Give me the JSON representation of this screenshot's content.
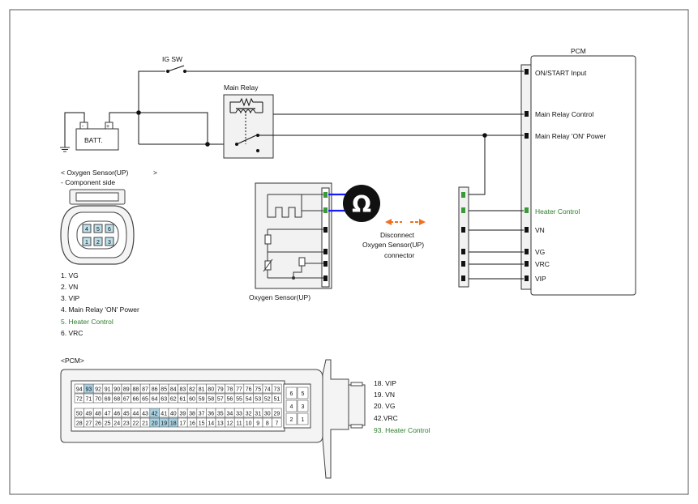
{
  "pcm": {
    "title": "PCM",
    "pins": [
      "ON/START Input",
      "Main Relay Control",
      "Main Relay 'ON' Power",
      "Heater Control",
      "VN",
      "VG",
      "VRC",
      "VIP"
    ]
  },
  "switch_label": "IG SW",
  "relay_label": "Main Relay",
  "battery_label": "BATT.",
  "battery_minus": "-",
  "battery_plus": "+",
  "sensor_info": {
    "title": "< Oxygen Sensor(UP)",
    "title_end": ">",
    "subtitle": "- Component side"
  },
  "sensor_pins": [
    "1. VG",
    "2. VN",
    "3. VIP",
    "4.   Main Relay 'ON' Power",
    "5.   Heater Control",
    "6. VRC"
  ],
  "sensor_connector_numbers": [
    "4",
    "5",
    "6",
    "1",
    "2",
    "3"
  ],
  "sensor_label": "Oxygen Sensor(UP)",
  "ohm_symbol": "Ω",
  "disconnect_text": [
    "Disconnect",
    "Oxygen Sensor(UP)",
    "connector"
  ],
  "pcm_connector_label": "<PCM>",
  "pcm_pin_rows": [
    [
      "94",
      "93",
      "92",
      "91",
      "90",
      "89",
      "88",
      "87",
      "86",
      "85",
      "84",
      "83",
      "82",
      "81",
      "80",
      "79",
      "78",
      "77",
      "76",
      "75",
      "74",
      "73"
    ],
    [
      "72",
      "71",
      "70",
      "69",
      "68",
      "67",
      "66",
      "65",
      "64",
      "63",
      "62",
      "61",
      "60",
      "59",
      "58",
      "57",
      "56",
      "55",
      "54",
      "53",
      "52",
      "51"
    ],
    [
      "50",
      "49",
      "48",
      "47",
      "46",
      "45",
      "44",
      "43",
      "42",
      "41",
      "40",
      "39",
      "38",
      "37",
      "36",
      "35",
      "34",
      "33",
      "32",
      "31",
      "30",
      "29"
    ],
    [
      "28",
      "27",
      "26",
      "25",
      "24",
      "23",
      "22",
      "21",
      "20",
      "19",
      "18",
      "17",
      "16",
      "15",
      "14",
      "13",
      "12",
      "11",
      "10",
      "9",
      "8",
      "7"
    ]
  ],
  "pcm_highlight_pins": [
    "93",
    "42",
    "20",
    "19",
    "18"
  ],
  "pcm_aux_pins": [
    [
      "6",
      "5"
    ],
    [
      "4",
      "3"
    ],
    [
      "2",
      "1"
    ]
  ],
  "pcm_pin_legend": [
    "18. VIP",
    "19. VN",
    "20. VG",
    "42.VRC",
    "93.    Heater Control"
  ],
  "colors": {
    "border": "#555555",
    "wire": "#111111",
    "blue_wire": "#1a1aff",
    "green": "#2e7d2e",
    "green_terminal": "#3a9a3a",
    "arrow": "#f07020",
    "box_fill": "#f2f2f2",
    "highlight": "#a9d2e3"
  }
}
